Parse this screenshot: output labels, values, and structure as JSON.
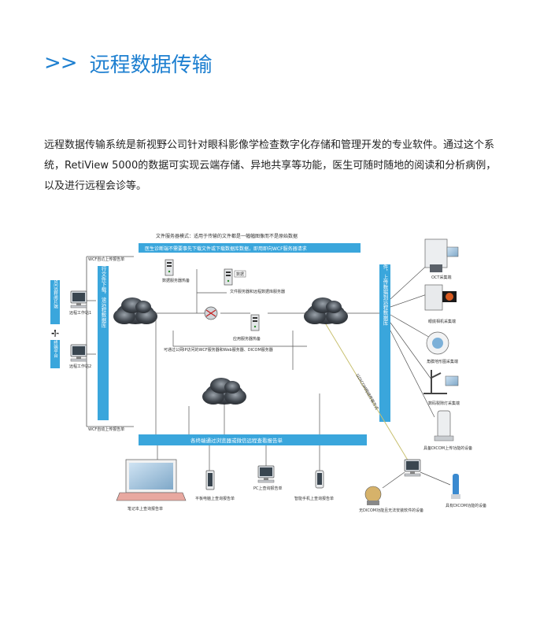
{
  "header": {
    "chevrons": ">>",
    "title": "远程数据传输"
  },
  "intro": {
    "lines": [
      "远程数据传输系统是新视野公司针对眼科影像学检查数字化存储和管理开发的专业软件。通过这个系",
      "统，RetiView 5000的数据可实现云端存储、异地共享等功能，医生可随时随地的阅读和分析病例，",
      "以及进行远程会诊等。"
    ]
  },
  "diagram": {
    "top_note": "文件服务器模式：适用于传输的文件都是一幅幅图像而不是原始数据",
    "blue_top_banner": "医生诊断端不需要事先下载文件或下载数据库数据，即用即向WCF服务器请求",
    "left_box1": "通过外网访问远程阅片端",
    "left_box2": "移动终端平台",
    "plus": "+",
    "wcf_auto_upload": "WCF自动上传报告单",
    "wcf_auto_upload2": "WCF自动上传报告单",
    "remote_ws1": "远程工作站1",
    "remote_ws2": "远程工作站2",
    "vbar_left": "通过WCF进行文件下载，读远程数据库",
    "data_server": "数据服务器热备",
    "data_label": "数据",
    "file_server": "文件服务器和远程数据库服务器",
    "app_server": "应用服务器热备",
    "server_note": "可通过公网IP访问的WCF服务器和Web服务器、DICOM服务器",
    "vbar_right": "通过WCF上传原始文件，上传数据到远程数据库",
    "dicom_via": "以DICOM网络传输方式",
    "bottom_banner": "各终端通过浏览器或微信远程查看报告单",
    "laptop_label": "笔记本上查询报告单",
    "tablet_label": "平板电脑上查询报告单",
    "pc_label": "PC上查询报告单",
    "phone_label": "智能手机上查询报告单",
    "device_oct": "OCT采集端",
    "device_fundus": "眼底相机采集端",
    "device_topo": "角膜地形图采集端",
    "device_slit": "数码裂隙灯采集端",
    "device_dicom_ok": "具备DICOM上传功能的设备",
    "device_no_dicom": "无DICOM功能且无法安装软件的设备",
    "device_dicom2": "具有DICOM功能的设备"
  },
  "colors": {
    "accent": "#1d7fd0",
    "banner": "#3aa6dc",
    "line": "#555555",
    "dicom_line": "#c8c070"
  }
}
